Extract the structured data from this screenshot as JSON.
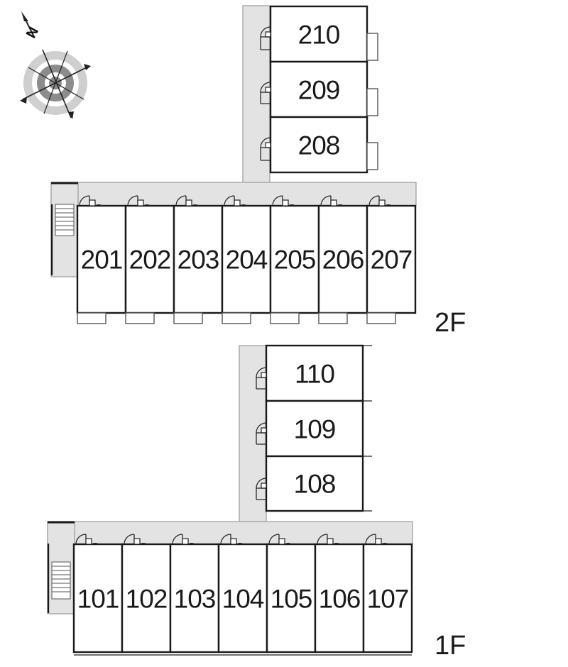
{
  "compass": {
    "north_label": "N",
    "icon": "compass-rose-icon"
  },
  "floors": [
    {
      "id": "2F",
      "label": "2F",
      "wing_units": [
        "210",
        "209",
        "208"
      ],
      "row_units": [
        "201",
        "202",
        "203",
        "204",
        "205",
        "206",
        "207"
      ]
    },
    {
      "id": "1F",
      "label": "1F",
      "wing_units": [
        "110",
        "109",
        "108"
      ],
      "row_units": [
        "101",
        "102",
        "103",
        "104",
        "105",
        "106",
        "107"
      ]
    }
  ],
  "colors": {
    "corridor": "#e3e3e3",
    "wall": "#1a1a1a"
  }
}
